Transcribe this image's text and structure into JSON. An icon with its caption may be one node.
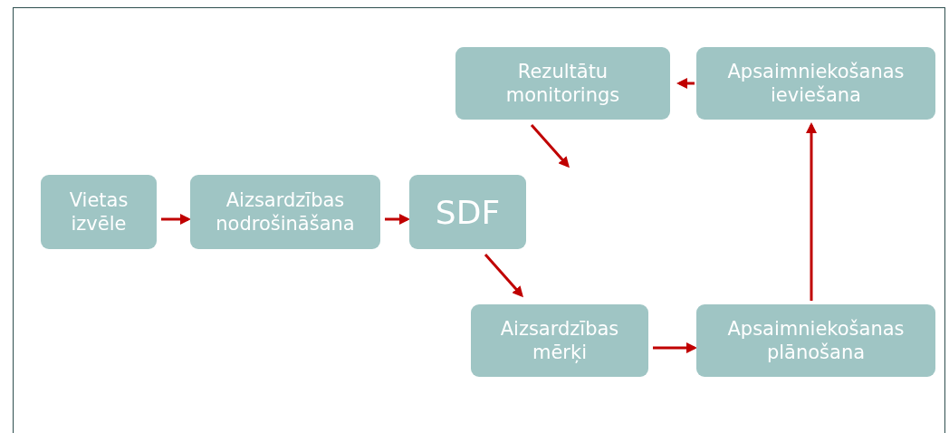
{
  "diagram": {
    "nodes": [
      {
        "text": [
          "Vietas izvēle"
        ]
      },
      {
        "text": [
          "Aizsardzības nodrošināšana"
        ]
      },
      {
        "text": [
          "SDF"
        ]
      },
      {
        "text": [
          "Rezultātu monitorings"
        ]
      },
      {
        "text": [
          "Apsaimniekošanas ieviešana"
        ]
      },
      {
        "text": [
          "Aizsardzības mērķi"
        ]
      },
      {
        "text": [
          "Apsaimniekošanas plānošana"
        ]
      }
    ],
    "edges": [
      {
        "from": 0,
        "to": 1,
        "arrow": "to"
      },
      {
        "from": 1,
        "to": 2,
        "arrow": "to"
      },
      {
        "from": 2,
        "to": 5,
        "arrow": "to"
      },
      {
        "from": 5,
        "to": 6,
        "arrow": "to"
      },
      {
        "from": 6,
        "to": 4,
        "arrow": "to"
      },
      {
        "from": 4,
        "to": 3,
        "arrow": "to"
      },
      {
        "from": 3,
        "to": 2,
        "arrow": "to"
      }
    ]
  }
}
